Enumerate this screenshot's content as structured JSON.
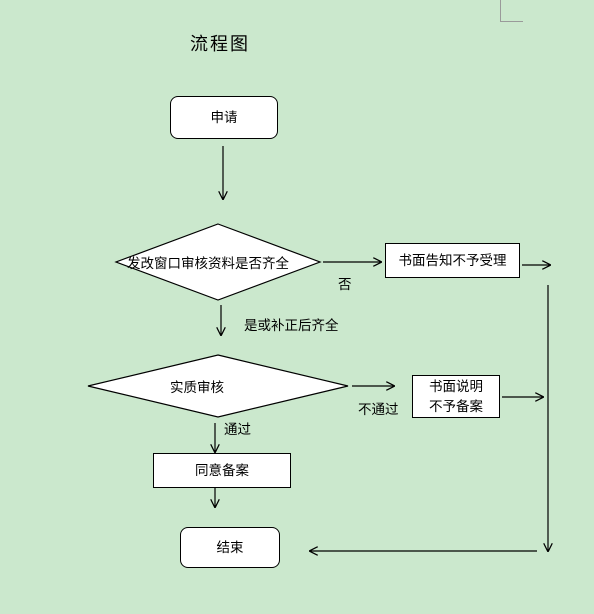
{
  "title": "流程图",
  "nodes": {
    "apply": "申请",
    "check_materials": "发改窗口审核资料是否齐全",
    "written_reject": "书面告知不予受理",
    "substantive_review": "实质审核",
    "explain_line1": "书面说明",
    "explain_line2": "不予备案",
    "approve": "同意备案",
    "end": "结束"
  },
  "edges": {
    "no": "否",
    "yes_or_supplemented": "是或补正后齐全",
    "not_passed": "不通过",
    "passed": "通过"
  }
}
